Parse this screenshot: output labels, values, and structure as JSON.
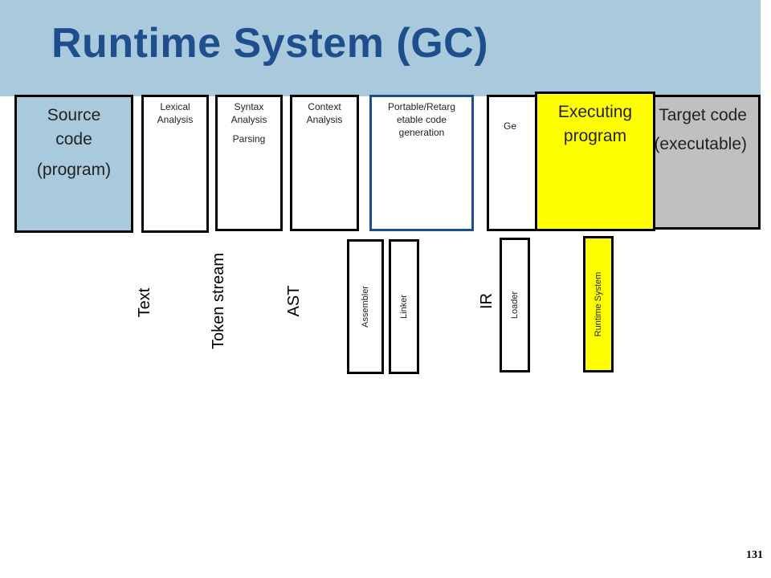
{
  "slide": {
    "title": "Runtime System (GC)",
    "page_number": "131"
  },
  "boxes": {
    "source": {
      "line1": "Source",
      "line2": "code",
      "line3": "(program)"
    },
    "lexical": {
      "line1": "Lexical",
      "line2": "Analysis"
    },
    "syntax": {
      "line1": "Syntax",
      "line2": "Analysis",
      "line3": "Parsing"
    },
    "context": {
      "line1": "Context",
      "line2": "Analysis"
    },
    "portable": {
      "line1": "Portable/Retarg",
      "line2": "etable code",
      "line3": "generation"
    },
    "codegen_partial": {
      "line1": "Ge"
    },
    "target": {
      "line1": "Target code",
      "line2": "(executable)"
    },
    "executing": {
      "line1": "Executing",
      "line2": "program"
    }
  },
  "labels": {
    "text": "Text",
    "token_stream": "Token stream",
    "ast": "AST",
    "ir": "IR"
  },
  "tools": {
    "assembler": "Assembler",
    "linker": "Linker",
    "loader": "Loader",
    "runtime_system": "Runtime System"
  },
  "colors": {
    "title_band": "#a9c9dd",
    "title_text": "#1f4e8c",
    "source_fill": "#a9c9dd",
    "target_fill": "#c0c0c0",
    "executing_fill": "#ffff00",
    "portable_border": "#1f4e8c"
  }
}
